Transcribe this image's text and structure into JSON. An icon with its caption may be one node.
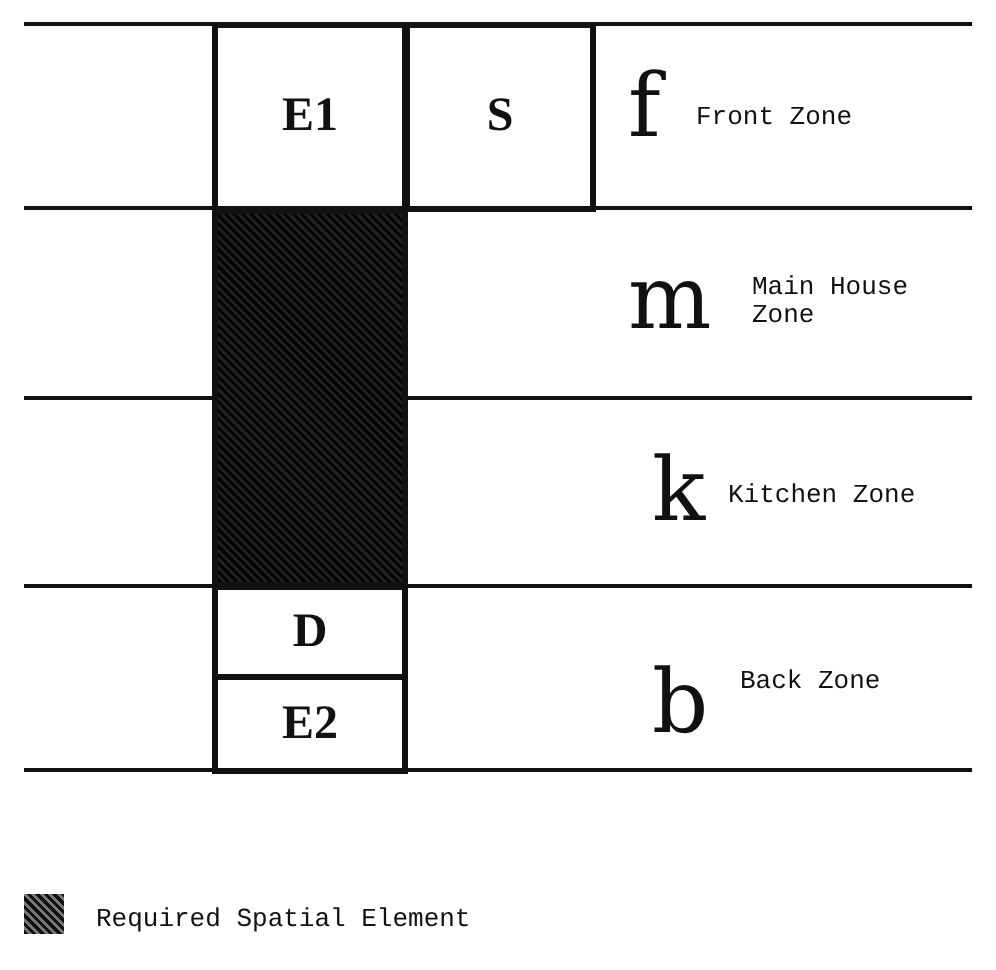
{
  "diagram": {
    "nodes": [
      {
        "text": [
          "E1"
        ]
      },
      {
        "text": [
          "S"
        ]
      },
      {
        "text": [],
        "shape": "box"
      },
      {
        "text": [
          "D"
        ]
      },
      {
        "text": [
          "E2"
        ]
      }
    ],
    "edges": [],
    "labels": [
      "f",
      "Front Zone",
      "m",
      "Main House Zone",
      "k",
      "Kitchen Zone",
      "b",
      "Back Zone"
    ],
    "legend": [
      {
        "text": "Required Spatial Element"
      }
    ]
  }
}
